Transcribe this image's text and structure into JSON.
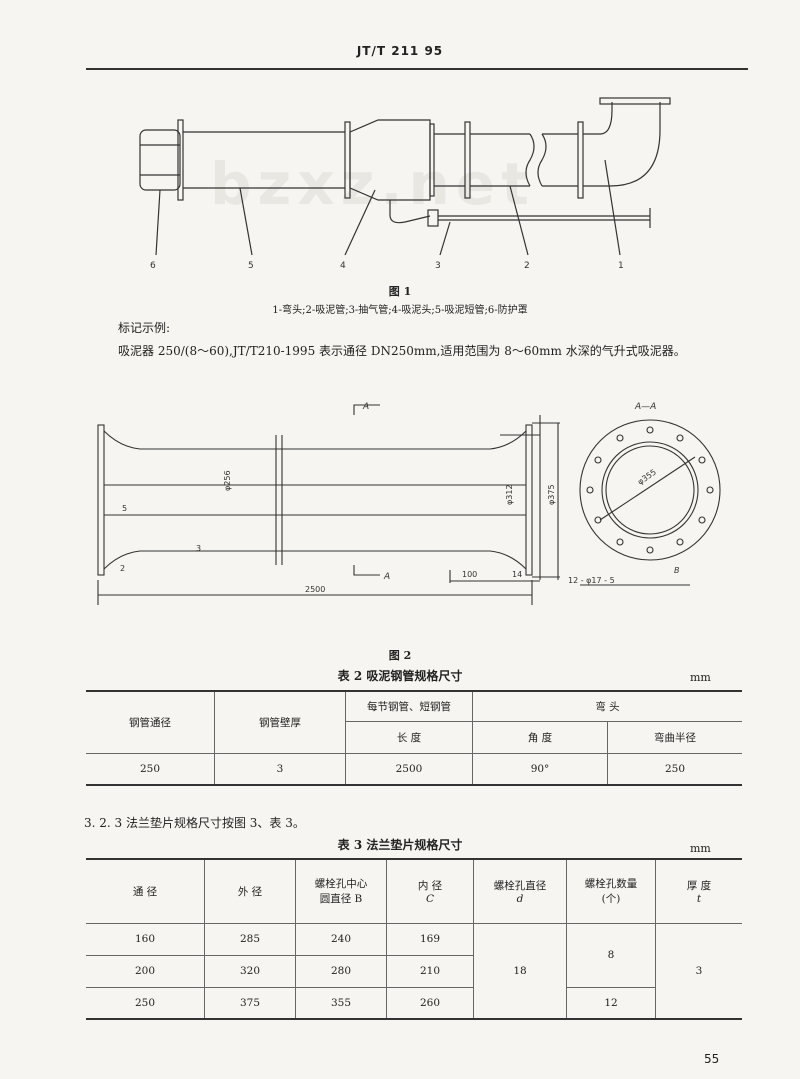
{
  "header": {
    "std_code": "JT/T 211   95"
  },
  "watermark": "bzxz.net",
  "fig1": {
    "labels": [
      "6",
      "5",
      "4",
      "3",
      "2",
      "1"
    ],
    "caption": "图  1",
    "legend": "1-弯头;2-吸泥管;3-抽气管;4-吸泥头;5-吸泥短管;6-防护罩"
  },
  "marking": {
    "heading": "标记示例:",
    "text": "吸泥器 250/(8～60),JT/T210-1995 表示通径 DN250mm,适用范围为 8～60mm 水深的气升式吸泥器。"
  },
  "fig2": {
    "caption": "图  2",
    "section_label": "A—A",
    "cut_a1": "A",
    "cut_a2": "A",
    "dims": {
      "d256": "φ256",
      "d312": "φ312",
      "d375": "φ375",
      "d355": "φ355",
      "t5": "5",
      "t3": "3",
      "t2": "2",
      "l100": "100",
      "l14": "14",
      "l2500": "2500",
      "holes": "12 - φ17 - 5",
      "b": "B"
    }
  },
  "table2": {
    "title": "表 2  吸泥钢管规格尺寸",
    "unit": "mm",
    "h_dn": "钢管通径",
    "h_wall": "钢管壁厚",
    "h_pipe": "每节钢管、短钢管",
    "h_elbow": "弯    头",
    "h_len": "长    度",
    "h_angle": "角    度",
    "h_radius": "弯曲半径",
    "row": [
      "250",
      "3",
      "2500",
      "90°",
      "250"
    ]
  },
  "section_323": "3. 2. 3   法兰垫片规格尺寸按图 3、表 3。",
  "table3": {
    "title": "表 3  法兰垫片规格尺寸",
    "unit": "mm",
    "headers": {
      "dn": "通    径",
      "od": "外    径",
      "b1": "螺栓孔中心",
      "b2": "圆直径 B",
      "c1": "内    径",
      "c2": "C",
      "d1": "螺栓孔直径",
      "d2": "d",
      "n1": "螺栓孔数量",
      "n2": "(个)",
      "t1": "厚    度",
      "t2": "t"
    },
    "rows": [
      [
        "160",
        "285",
        "240",
        "169"
      ],
      [
        "200",
        "320",
        "280",
        "210"
      ],
      [
        "250",
        "375",
        "355",
        "260"
      ]
    ],
    "d_value": "18",
    "n_values": [
      "8",
      "12"
    ],
    "t_value": "3"
  },
  "page_number": "55"
}
